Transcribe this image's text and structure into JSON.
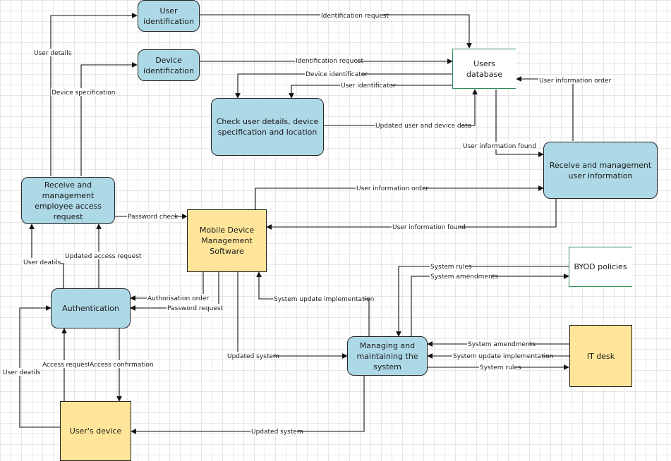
{
  "nodes": {
    "user_identification": "User identification",
    "device_identification": "Device identification",
    "users_database": "Users database",
    "check_user_details": "Check user details, device specification and location",
    "receive_user_information": "Receive and management user information",
    "receive_access_request": "Receive and management employee access request",
    "mdm_software": "Mobile Device Management Software",
    "byod_policies": "BYOD policies",
    "authentication": "Authentication",
    "managing_system": "Managing and maintaining the system",
    "it_desk": "IT desk",
    "users_device": "User's device"
  },
  "flows": {
    "user_details": "User details",
    "device_specification": "Device specification",
    "identification_request_1": "Identification request",
    "identification_request_2": "Identification request",
    "device_identificator": "Device identificator",
    "user_identificator": "User identificator",
    "user_information_order_db": "User  information order",
    "updated_user_device_data": "Updated user and device data",
    "user_information_found_db": "User information found",
    "user_information_order": "User information order",
    "password_check": "Password check",
    "user_information_found": "User information found",
    "updated_access_request": "Updated access request",
    "user_deatils_1": "User deatils",
    "system_rules_1": "System rules",
    "system_amendments_1": "System amendments",
    "system_update_implementation_1": "System update implementation",
    "authorisation_order": "Authorisation order",
    "password_request": "Password  request",
    "user_deatils_2": "User deatils",
    "access_request": "Access request",
    "access_confirmation": "Access  confirmation",
    "updated_system_1": "Updated system",
    "system_amendments_2": "System amendments",
    "system_update_implementation_2": "System update implementation",
    "system_rules_2": "System rules",
    "updated_system_2": "Updated system"
  }
}
